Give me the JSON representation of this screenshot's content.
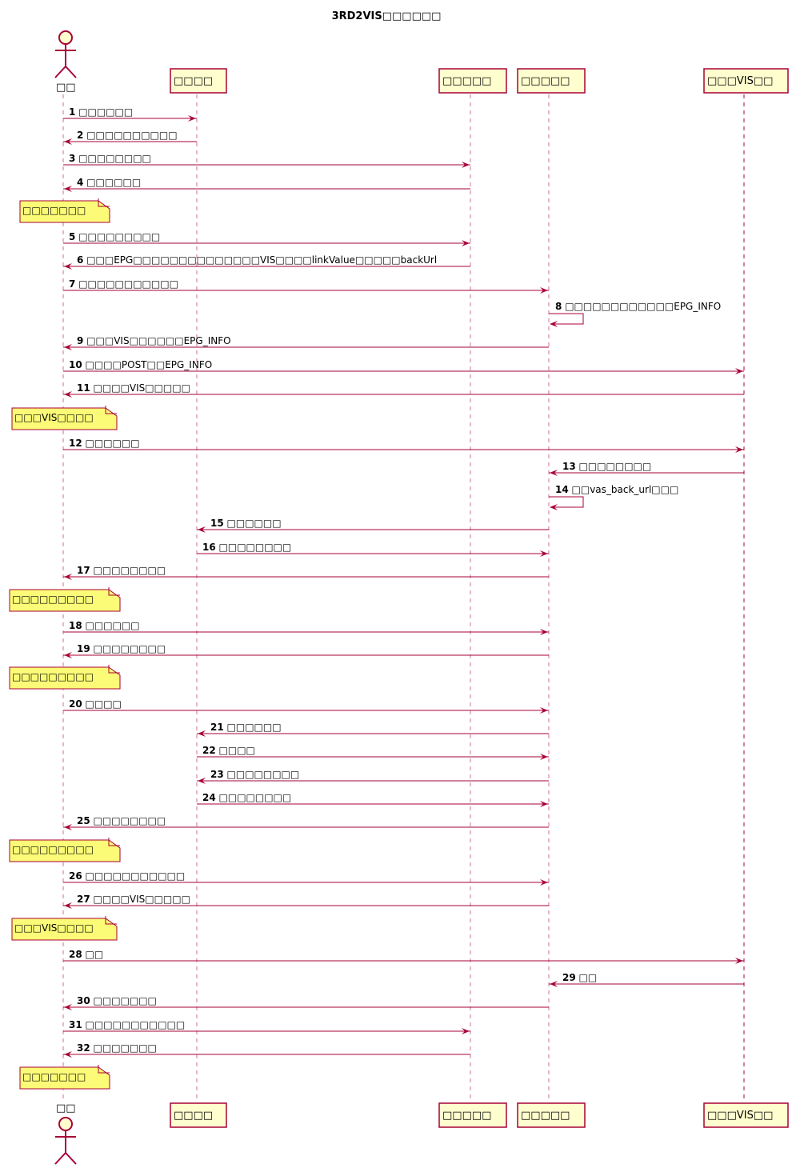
{
  "title": "3RD2VIS□□□□□□",
  "participants": [
    {
      "label": "□□",
      "kind": "actor"
    },
    {
      "label": "□□□□",
      "kind": "participant"
    },
    {
      "label": "□□□□□",
      "kind": "participant"
    },
    {
      "label": "□□□□□",
      "kind": "participant"
    },
    {
      "label": "□□□VIS□□",
      "kind": "participant"
    }
  ],
  "messages": [
    {
      "num": "1",
      "from": 0,
      "to": 1,
      "text": "□□□□□□"
    },
    {
      "num": "2",
      "from": 1,
      "to": 0,
      "text": "□□□□□□□□□□"
    },
    {
      "num": "3",
      "from": 0,
      "to": 2,
      "text": "□□□□□□□□"
    },
    {
      "num": "4",
      "from": 2,
      "to": 0,
      "text": "□□□□□□"
    },
    {
      "num": "5",
      "from": 0,
      "to": 2,
      "text": "□□□□□□□□□"
    },
    {
      "num": "6",
      "from": 2,
      "to": 0,
      "text": "□□□EPG□□□□□□□□□□□□□□VIS□□□□linkValue□□□□□backUrl"
    },
    {
      "num": "7",
      "from": 0,
      "to": 3,
      "text": "□□□□□□□□□□□"
    },
    {
      "num": "8",
      "from": 3,
      "to": 3,
      "text": "□□□□□□□□□□□□EPG_INFO"
    },
    {
      "num": "9",
      "from": 3,
      "to": 0,
      "text": "□□□VIS□□□□□□EPG_INFO"
    },
    {
      "num": "10",
      "from": 0,
      "to": 4,
      "text": "□□□□POST□□EPG_INFO"
    },
    {
      "num": "11",
      "from": 4,
      "to": 0,
      "text": "□□□□VIS□□□□□"
    },
    {
      "num": "12",
      "from": 0,
      "to": 4,
      "text": "□□□□□□"
    },
    {
      "num": "13",
      "from": 4,
      "to": 3,
      "text": "□□□□□□□□"
    },
    {
      "num": "14",
      "from": 3,
      "to": 3,
      "text": "□□vas_back_url□□□"
    },
    {
      "num": "15",
      "from": 3,
      "to": 1,
      "text": "□□□□□□"
    },
    {
      "num": "16",
      "from": 1,
      "to": 3,
      "text": "□□□□□□□□"
    },
    {
      "num": "17",
      "from": 3,
      "to": 0,
      "text": "□□□□□□□□"
    },
    {
      "num": "18",
      "from": 0,
      "to": 3,
      "text": "□□□□□□"
    },
    {
      "num": "19",
      "from": 3,
      "to": 0,
      "text": "□□□□□□□□"
    },
    {
      "num": "20",
      "from": 0,
      "to": 3,
      "text": "□□□□"
    },
    {
      "num": "21",
      "from": 3,
      "to": 1,
      "text": "□□□□□□"
    },
    {
      "num": "22",
      "from": 1,
      "to": 3,
      "text": "□□□□"
    },
    {
      "num": "23",
      "from": 3,
      "to": 1,
      "text": "□□□□□□□□"
    },
    {
      "num": "24",
      "from": 1,
      "to": 3,
      "text": "□□□□□□□□"
    },
    {
      "num": "25",
      "from": 3,
      "to": 0,
      "text": "□□□□□□□□"
    },
    {
      "num": "26",
      "from": 0,
      "to": 3,
      "text": "□□□□□□□□□□□"
    },
    {
      "num": "27",
      "from": 3,
      "to": 0,
      "text": "□□□□VIS□□□□□"
    },
    {
      "num": "28",
      "from": 0,
      "to": 4,
      "text": "□□"
    },
    {
      "num": "29",
      "from": 4,
      "to": 3,
      "text": "□□"
    },
    {
      "num": "30",
      "from": 3,
      "to": 0,
      "text": "□□□□□□□"
    },
    {
      "num": "31",
      "from": 0,
      "to": 2,
      "text": "□□□□□□□□□□□"
    },
    {
      "num": "32",
      "from": 2,
      "to": 0,
      "text": "□□□□□□□"
    }
  ],
  "notes": [
    {
      "after": "4",
      "text": "□□□□□□□"
    },
    {
      "after": "11",
      "text": "□□□VIS□□□□"
    },
    {
      "after": "17",
      "text": "□□□□□□□□□"
    },
    {
      "after": "19",
      "text": "□□□□□□□□□"
    },
    {
      "after": "25",
      "text": "□□□□□□□□□"
    },
    {
      "after": "27",
      "text": "□□□VIS□□□□"
    },
    {
      "after": "32",
      "text": "□□□□□□□"
    }
  ],
  "colors": {
    "line": "#A80036",
    "participant_fill": "#FEFECE",
    "note_fill": "#FBFB77"
  }
}
